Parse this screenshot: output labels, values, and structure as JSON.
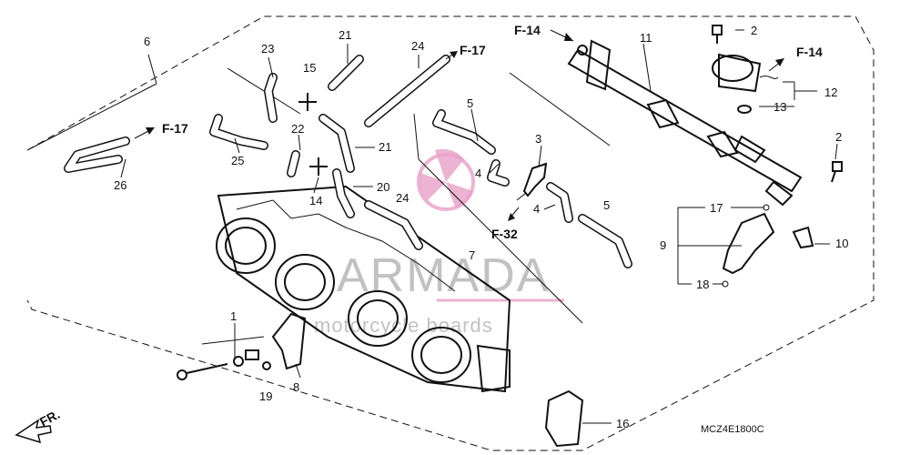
{
  "diagram": {
    "part_labels": [
      "1",
      "2",
      "2",
      "3",
      "4",
      "4",
      "5",
      "5",
      "6",
      "7",
      "8",
      "9",
      "10",
      "11",
      "12",
      "13",
      "14",
      "15",
      "16",
      "17",
      "18",
      "19",
      "20",
      "21",
      "21",
      "22",
      "23",
      "24",
      "24",
      "25",
      "26"
    ],
    "refs": [
      "F-14",
      "F-14",
      "F-17",
      "F-17",
      "F-32"
    ],
    "figure_code": "MCZ4E1800C",
    "front_marker": "FR.",
    "watermark": {
      "title": "ARMADA",
      "subtitle": "motorcycle boards",
      "color": "#e8a0c8"
    }
  }
}
